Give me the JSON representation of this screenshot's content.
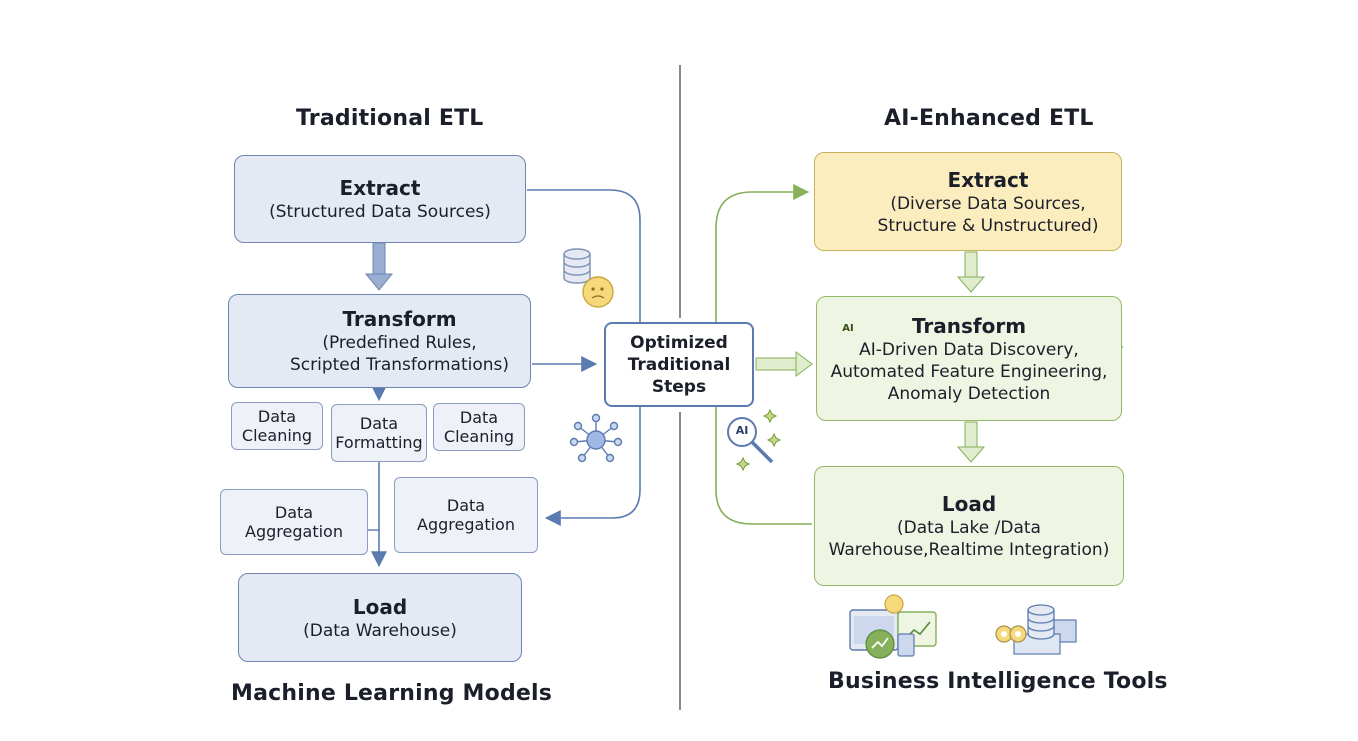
{
  "left": {
    "title": "Traditional ETL",
    "extract": {
      "title": "Extract",
      "sub": "(Structured Data Sources)"
    },
    "transform": {
      "title": "Transform",
      "sub1": "(Predefined Rules,",
      "sub2": "Scripted Transformations)"
    },
    "steps": [
      {
        "l1": "Data",
        "l2": "Cleaning"
      },
      {
        "l1": "Data",
        "l2": "Formatting"
      },
      {
        "l1": "Data",
        "l2": "Cleaning"
      },
      {
        "l1": "Data",
        "l2": "Aggregation"
      },
      {
        "l1": "Data",
        "l2": "Aggregation"
      }
    ],
    "load": {
      "title": "Load",
      "sub": "(Data Warehouse)"
    },
    "footer": "Machine Learning Models"
  },
  "center": {
    "l1": "Optimized",
    "l2": "Traditional",
    "l3": "Steps"
  },
  "right": {
    "title": "AI-Enhanced ETL",
    "extract": {
      "title": "Extract",
      "sub1": "(Diverse Data Sources,",
      "sub2": "Structure & Unstructured)"
    },
    "transform": {
      "title": "Transform",
      "sub1": "AI-Driven Data Discovery,",
      "sub2": "Automated Feature Engineering,",
      "sub3": "Anomaly Detection"
    },
    "load": {
      "title": "Load",
      "sub1": "(Data Lake /Data",
      "sub2": "Warehouse,Realtime Integration)"
    },
    "footer": "Business Intelligence Tools"
  },
  "icons": {
    "ai_badge": "AI"
  },
  "colors": {
    "blue_fill": "#e4e9f3",
    "blue_stroke": "#6f86b2",
    "yellow_fill": "#fcedbf",
    "green_fill": "#eef5e2",
    "green_stroke": "#94b96a"
  }
}
